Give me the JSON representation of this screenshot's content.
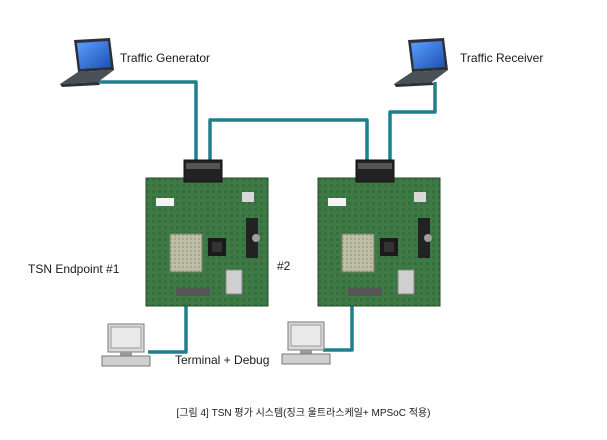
{
  "labels": {
    "traffic_generator": "Traffic Generator",
    "traffic_receiver": "Traffic Receiver",
    "endpoint_1": "TSN Endpoint #1",
    "endpoint_2": "#2",
    "terminal": "Terminal + Debug"
  },
  "caption": "[그림 4] TSN 평가 시스템(징크 울트라스케일+ MPSoC 적용)",
  "colors": {
    "cable": "#1f7f8c",
    "board": "#2f6b3a",
    "laptop_screen": "#2a6fd0",
    "laptop_body": "#3a3f47"
  }
}
